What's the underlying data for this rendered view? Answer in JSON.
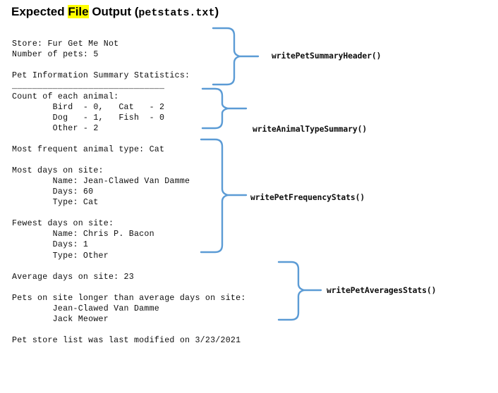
{
  "slide": {
    "title": {
      "prefix": "Expected ",
      "highlight": "File",
      "middle": " Output (",
      "filename": "petstats.txt",
      "suffix": ")"
    },
    "colors": {
      "brace": "#5B9BD5",
      "highlight": "#FFFF00",
      "text": "#0D0D0D",
      "background": "#FFFFFF"
    }
  },
  "file_output": {
    "filename": "petstats.txt",
    "text": "Store: Fur Get Me Not\nNumber of pets: 5\n\nPet Information Summary Statistics:\n______________________________\nCount of each animal:\n        Bird  - 0,   Cat   - 2\n        Dog   - 1,   Fish  - 0\n        Other - 2\n\nMost frequent animal type: Cat\n\nMost days on site:\n        Name: Jean-Clawed Van Damme\n        Days: 60\n        Type: Cat\n\nFewest days on site:\n        Name: Chris P. Bacon\n        Days: 1\n        Type: Other\n\nAverage days on site: 23\n\nPets on site longer than average days on site:\n        Jean-Clawed Van Damme\n        Jack Meower\n\nPet store list was last modified on 3/23/2021",
    "lines": [
      "Store: Fur Get Me Not",
      "Number of pets: 5",
      "",
      "Pet Information Summary Statistics:",
      "______________________________",
      "Count of each animal:",
      "        Bird  - 0,   Cat   - 2",
      "        Dog   - 1,   Fish  - 0",
      "        Other - 2",
      "",
      "Most frequent animal type: Cat",
      "",
      "Most days on site:",
      "        Name: Jean-Clawed Van Damme",
      "        Days: 60",
      "        Type: Cat",
      "",
      "Fewest days on site:",
      "        Name: Chris P. Bacon",
      "        Days: 1",
      "        Type: Other",
      "",
      "Average days on site: 23",
      "",
      "Pets on site longer than average days on site:",
      "        Jean-Clawed Van Damme",
      "        Jack Meower",
      "",
      "Pet store list was last modified on 3/23/2021"
    ],
    "values": {
      "store": "Fur Get Me Not",
      "number_of_pets": "5",
      "count_bird": "0",
      "count_cat": "2",
      "count_dog": "1",
      "count_fish": "0",
      "count_other": "2",
      "most_frequent_type": "Cat",
      "most_days_name": "Jean-Clawed Van Damme",
      "most_days_days": "60",
      "most_days_type": "Cat",
      "fewest_days_name": "Chris P. Bacon",
      "fewest_days_days": "1",
      "fewest_days_type": "Other",
      "average_days": "23",
      "longer_than_average": [
        "Jean-Clawed Van Damme",
        "Jack Meower"
      ],
      "last_modified": "3/23/2021"
    }
  },
  "callouts": [
    {
      "label": "writePetSummaryHeader()"
    },
    {
      "label": "writeAnimalTypeSummary()"
    },
    {
      "label": "writePetFrequencyStats()"
    },
    {
      "label": "writePetAveragesStats()"
    }
  ]
}
